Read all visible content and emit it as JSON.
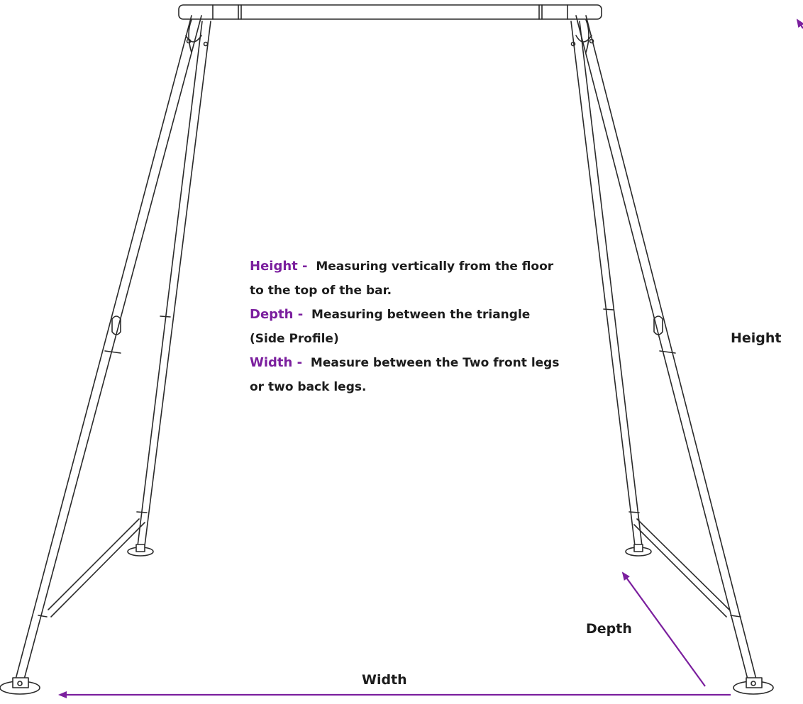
{
  "colors": {
    "accent": "#7b1f9e",
    "frame": "#2a2a2a",
    "text": "#1c1c1c"
  },
  "description": {
    "height_term": "Height -",
    "height_text": "Measuring vertically from the floor to the top of the bar.",
    "depth_term": "Depth -",
    "depth_text": "Measuring between the triangle (Side Profile)",
    "width_term": "Width -",
    "width_text": "Measure between the Two front legs or two back legs."
  },
  "labels": {
    "height": "Height",
    "depth": "Depth",
    "width": "Width"
  }
}
